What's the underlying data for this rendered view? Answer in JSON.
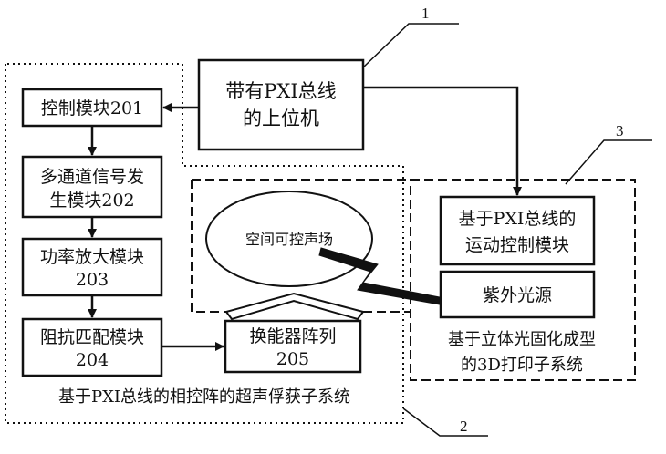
{
  "callouts": {
    "c1": "1",
    "c2": "2",
    "c3": "3"
  },
  "host_computer": {
    "line1": "带有PXI总线",
    "line2": "的上位机"
  },
  "control_module": {
    "label": "控制模块201"
  },
  "signal_gen": {
    "line1": "多通道信号发",
    "line2": "生模块202"
  },
  "power_amp": {
    "line1": "功率放大模块",
    "line2": "203"
  },
  "impedance": {
    "line1": "阻抗匹配模块",
    "line2": "204"
  },
  "transducer": {
    "line1": "换能器阵列",
    "line2": "205"
  },
  "sound_field": {
    "label": "空间可控声场"
  },
  "motion_control": {
    "line1": "基于PXI总线的",
    "line2": "运动控制模块"
  },
  "uv_source": {
    "label": "紫外光源"
  },
  "print_system": {
    "line1": "基于立体光固化成型",
    "line2": "的3D打印子系统"
  },
  "acquisition_system": {
    "label": "基于PXI总线的相控阵的超声俘获子系统"
  }
}
